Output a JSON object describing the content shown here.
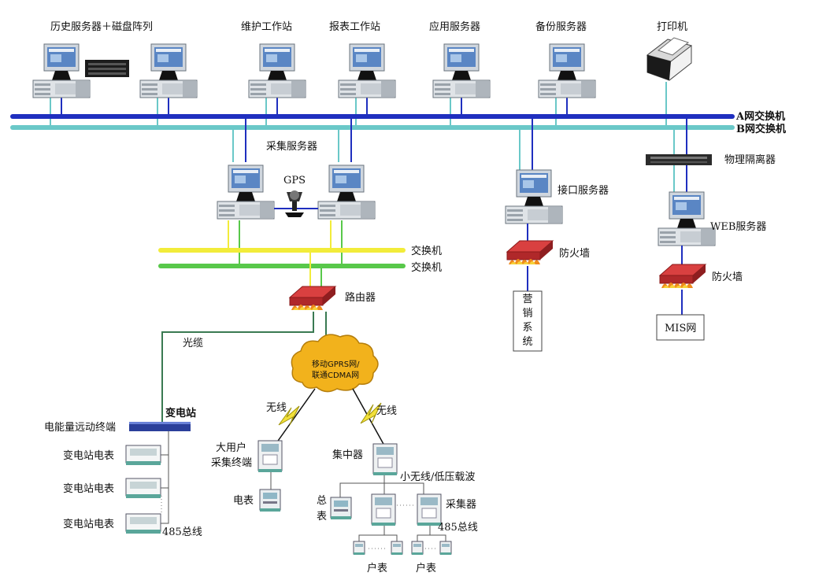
{
  "top": {
    "history": "历史服务器＋磁盘阵列",
    "maintenance": "维护工作站",
    "report": "报表工作站",
    "app": "应用服务器",
    "backup": "备份服务器",
    "printer": "打印机"
  },
  "network": {
    "a_switch": "A网交换机",
    "b_switch": "B网交换机",
    "collect_server": "采集服务器",
    "gps": "GPS",
    "interface_server": "接口服务器",
    "isolator": "物理隔离器",
    "web_server": "WEB服务器",
    "firewall_1": "防火墙",
    "firewall_2": "防火墙",
    "switch_1": "交换机",
    "switch_2": "交换机",
    "router": "路由器",
    "marketing": "营销系统",
    "mis": "MIS网",
    "fiber": "光缆",
    "cloud_line1": "移动GPRS网/",
    "cloud_line2": "联通CDMA网"
  },
  "field": {
    "substation": "变电站",
    "terminal": "电能量远动终端",
    "meter_1": "变电站电表",
    "meter_2": "变电站电表",
    "meter_3": "变电站电表",
    "bus_485_a": "485总线",
    "wireless_1": "无线",
    "wireless_2": "无线",
    "big_user_1": "大用户",
    "big_user_2": "采集终端",
    "meter": "电表",
    "concentrator": "集中器",
    "small_wireless": "小无线/低压载波",
    "total_1": "总",
    "total_2": "表",
    "collector": "采集器",
    "bus_485_b": "485总线",
    "household_1": "户表",
    "household_2": "户表"
  },
  "colors": {
    "a_net": "#1f2fbf",
    "b_net": "#6ac8c8",
    "yellow": "#f2ec3a",
    "green": "#58c84a",
    "fiber": "#3a7a52",
    "firewall": "#c0282a",
    "cloud": "#f2b21c"
  }
}
